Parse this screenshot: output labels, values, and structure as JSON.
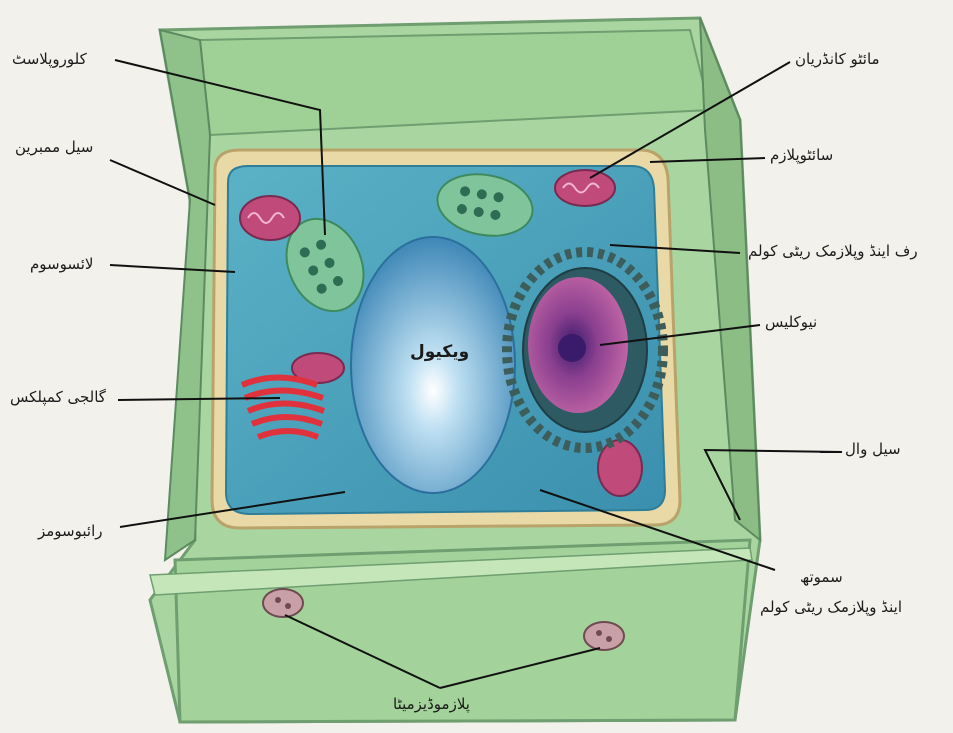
{
  "labels": {
    "chloroplast": "کلوروپلاسٹ",
    "mitochondria": "مائٹو کانڈریان",
    "cell_membrane": "سیل ممبرین",
    "cytoplasm": "سائٹوپلازم",
    "rough_er": "رف اینڈ وپلازمک ریٹی کولم",
    "lysosome": "لائسوسوم",
    "nucleus": "نیوکلیس",
    "vacuole": "ویکیول",
    "golgi": "گالجی کمپلکس",
    "cell_wall": "سیل وال",
    "ribosomes": "رائبوسومز",
    "smooth_er_line1": "سموتھ",
    "smooth_er_line2": "اینڈ وپلازمک ریٹی کولم",
    "plasmodesmata": "پلازموڈیزمیٹا"
  },
  "colors": {
    "wall": "#a9d6a0",
    "wall_dark": "#6f9e70",
    "cytoplasm": "#4aa3b9",
    "vacuole": "#7fb8dd",
    "nucleus": "#8a3f8f",
    "golgi": "#e0323c",
    "mitochondria": "#c04a7a"
  }
}
